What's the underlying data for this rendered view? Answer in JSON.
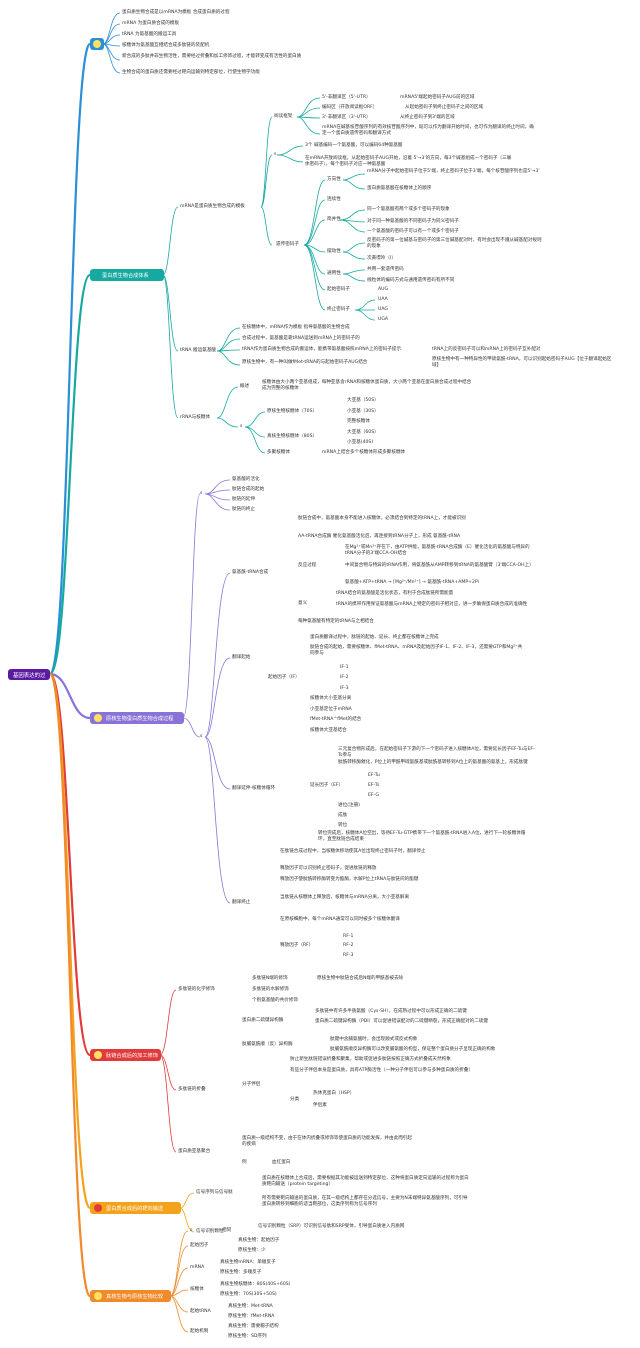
{
  "root": {
    "label": "基因表达的过程"
  },
  "colors": {
    "blue": "#2a8fd6",
    "teal": "#16a9a0",
    "purple": "#8a73d6",
    "red": "#e03a3a",
    "orange": "#f3a31b",
    "deeporange": "#f08a2a",
    "root": "#5a1aa1"
  },
  "branches": [
    {
      "label": "",
      "icon": "bulb-icon"
    },
    {
      "label": "蛋白质生物合成体系",
      "icon": "bulb-icon"
    },
    {
      "label": "原核生物蛋白质生物合成过程",
      "icon": "bulb-icon"
    },
    {
      "label": "肽链合成后的加工修饰",
      "icon": "bulb-icon"
    },
    {
      "label": "蛋白质合成后的靶向输送",
      "icon": "star-icon"
    },
    {
      "label": "真核生物与原核生物比较",
      "icon": "star-icon"
    }
  ],
  "b1": [
    "蛋白质生物合成是以mRNA为模板 合成蛋白质的过程",
    "mRNA 为蛋白质合成的模板",
    "tRNA 为氨基酸的搬运工具",
    "核糖体为氨基酸互相结合成多肽链的装配机",
    "新合成的多肽并非生物活性，需要经过折叠和加工修饰过程，才能转变成有活性的蛋白质",
    "生物合成的蛋白质还需要经过靶向运输到特定部位，行使生物学功能"
  ],
  "b2": {
    "mrna": "mRNA是蛋白质生物合成的模板",
    "rf": "阅读框架",
    "utr5": "5'-非翻译区（5'-UTR）",
    "utr5d": "mRNA5'端起始密码子AUG前的区域",
    "orf": "编码区（开放阅读框ORF）",
    "orfd": "从起始密码子到终止密码子之间的区域",
    "utr3": "3'-非翻译区（3'-UTR）",
    "utr3d": "从终止密码子到3'端的区域",
    "rfd": "mRNA在碱基核苷酸序列的有效核苷酸序列中，既可以作为翻译开始时间，也可作为翻译的终止时间，确定一个蛋白质遗传密码和翻译方式",
    "cd": "遗传密码子",
    "cd1": "3个 碱基编码一个氨基酸，可以编码64种氨基酸",
    "cd2": "在mRNA开放阅读框，从起始密码子AUG开始，沿着 5'→3'的方向，每3个碱基组成一个密码子（三联体密码子），每个密码子对应一种氨基酸",
    "dir": "方向性",
    "dir1": "mRNA分子中起始密码子位于5'端，终止密码子位于3'端，每个核苷酸序列也是5'→3'",
    "dir2": "蛋白质氨基酸在核糖体上的顺序",
    "con": "连续性",
    "deg": "简并性",
    "deg1": "同一个氨基酸有两个或多个密码子的现象",
    "deg2": "对于同一种氨基酸的不同密码子为同义密码子",
    "deg3": "一个氨基酸的密码子可以有一个或多个密码子",
    "wob": "摆动性",
    "wob1": "反密码子的第一位碱基与密码子的第三位碱基配对时，有时会出现不遵从碱基配对规则的现象",
    "wob2": "次黄嘌呤（I）",
    "uni": "通用性",
    "uni1": "共用一套遗传密码",
    "uni2": "线粒体的编码方式与通用遗传密码有所不同",
    "start": "起始密码子",
    "startv": "AUG",
    "stop": "终止密码子",
    "stopv": [
      "UAA",
      "UAG",
      "UGA"
    ],
    "trna": "tRNA 搬运氨基酸",
    "t1": "在核糖体中，mRNA作为模板 指导氨基酸的生物合成",
    "t2": "合成过程中，氨基酸是靠tRNA运送到mRNA上的密码子的",
    "t3": "tRNA作为蛋白质生物合成的搬运体，能携带氨基酸按照mRNA上的密码子提示",
    "t4": "原核生物中，有一种叫做fMet-tRNA的与起始密码子AUG结合",
    "t4a": "tRNA上的反密码子可以和mRNA上的密码子互补配对",
    "t4b": "原核生物中有一种特异性的甲硫氨酰-tRNA，可以识别起始密码子AUG【位于翻译起始区域】",
    "rib": "rRNA与核糖体",
    "rib1": "概述",
    "rib1d": "核糖体由大小两个亚基组成，每种亚基含rRNA和核糖体蛋白质，大小两个亚基在蛋白质合成过程中结合成为完整的核糖体",
    "pro": "原核生物核糖体（70S）",
    "pro1": "大亚基（50S）",
    "pro2": "小亚基（30S）",
    "pro3": "完整核糖体",
    "euk": "真核生物核糖体（80S）",
    "euk1": "大亚基（60S）",
    "euk2": "小亚基(40S)",
    "poly": "多聚核糖体",
    "polyd": "mRNA上结合多个核糖体形成多聚核糖体"
  },
  "b3": {
    "steps": [
      "氨基酸的活化",
      "肽链合成的起始",
      "肽链的延伸",
      "肽链的终止"
    ],
    "act": "氨基酰-tRNA合成",
    "act1": "肽链合成中，氨基酸本身不能进入核糖体，必须结合到特定的tRNA上，才能被识别",
    "act2": "AA-tRNA合成酶 催化氨基酸活化后，再连接到tRNA分子上，形成 氨基酰-tRNA",
    "act3": "反应过程",
    "act3a": "在Mg²⁺或Mn²⁺存在下，由ATP供能，氨基酰-tRNA合成酶（E）催化活化的氨基酸与特异的tRNA分子的3'端CCA-OH结合",
    "act3b": "中间复合物与特异的tRNA作用，将氨基酰从AMP转移到tRNA的氨基酸臂（3'端CCA-OH上）",
    "act3c": "氨基酸+ATP+tRNA → [Mg²⁺/Mn²⁺] → 氨基酰-tRNA+AMP+2Pi",
    "act4": "意义",
    "act4a": "tRNA结合的氨基酸是活化状态，有利于合成肽链所需能量",
    "act4b": "tRNA的携带作用保证氨基酸与mRNA上特定的密码子相对应，进一步确保蛋白质合成的准确性",
    "act4c": "每种氨基酸有特定的tRNA与之相结合",
    "ini": "翻译起始",
    "ini1": "蛋白质翻译过程中，肽链的起始、延长、终止都在核糖体上完成",
    "ini2": "肽链合成的起始，需要核糖体、fMet-tRNA、mRNA及起始因子IF-1、IF-2、IF-3，还需要GTP和Mg²⁺共同参与",
    "if": "起始因子（IF）",
    "ifs": [
      "IF-1",
      "IF-2",
      "IF-3"
    ],
    "ini3": "核糖体大小亚基分离",
    "ini4": "小亚基定位于mRNA",
    "ini5": "fMet-tRNA^fMet的结合",
    "ini6": "核糖体大亚基结合",
    "elo": "翻译延伸-核糖体循环",
    "elo1": "三元复合物形成后，在起始密码子下游的下一个密码子进入核糖体A位，需要延长因子EF-Tu与EF-Ts参与",
    "elo2": "肽酰转移酶催化，P位上的甲酰甲硫氨酰基或肽酰基转移到A位上的氨基酸的氨基上，形成肽键",
    "ef": "延长因子（EF）",
    "efs": [
      "EF-Tu",
      "EF-Ts",
      "EF-G"
    ],
    "elo3": [
      "进位(注册)",
      "成肽",
      "转位"
    ],
    "elo4": "转位完成后，核糖体A位空出，等待EF-Tu-GTP携带下一个氨基酰-tRNA进入A位，进行下一轮核糖体循环，直至肽链合成结束",
    "ter": "翻译终止",
    "ter1": "在肽链合成过程中，当核糖体移动使其A位出现终止密码子时，翻译停止",
    "ter2": "释放因子可以识别终止密码子，促进肽链的释放",
    "ter3": "释放因子使肽酰转移酶转变为酯酶，水解P位上tRNA与肽链间的酯键",
    "ter4": "当肽链从核糖体上释放后，核糖体与mRNA分离，大小亚基解离",
    "ter5": "在原核细胞中，每个mRNA通常可以同时被多个核糖体翻译",
    "rf": "释放因子（RF）",
    "rfs": [
      "RF-1",
      "RF-2",
      "RF-3"
    ]
  },
  "b4": {
    "pri": "多肽链的化学修饰",
    "pri1": "多肽链N端的修饰",
    "pri1d": "原核生物中肽链合成后N端的甲酰基被去除",
    "pri2": "多肽链的水解修饰",
    "pri3": "个别氨基酸的共价修饰",
    "fold": "多肽链的折叠",
    "s1": "蛋白质二硫键异构酶",
    "s1a": "多肽链中有许多半胱氨酸（Cys-SH），在成熟过程中可以形成正确的二硫键",
    "s1b": "蛋白质二硫键异构酶（PDI）可以促进错误配对的二硫键断裂，形成正确配对的二硫键",
    "s2": "肽脯氨酰顺（反）异构酶",
    "s2a": "肽键中含脯氨酸时，会出现顺式或反式构象",
    "s2b": "肽脯氨酰顺反异构酶可以改变脯氨酸的构型，保证整个蛋白质分子呈现正确的构象",
    "chap": "分子伴侣",
    "chap1": "防止新生肽链错误折叠和聚集，帮助或促进多肽链按照正确方式折叠成天然构象",
    "chap2": "有些分子伴侣本身是蛋白质，具有ATP酶活性（一种分子伴侣可以参与多种蛋白质的折叠）",
    "chap3": "分类",
    "chap3a": "热休克蛋白（HSP）",
    "chap3b": "伴侣素",
    "sub": "蛋白质亚基聚合",
    "sub1": "蛋白质一级结构不变，由于在体内折叠或修饰等使蛋白质的功能发挥，并由此而引起的疾病",
    "sub2": "例",
    "sub2a": "血红蛋白"
  },
  "b5": {
    "sig": "信号序列与信号肽",
    "sig1": "蛋白质在核糖体上合成后，需要根据其功能被运送到特定部位，这种将蛋白质定向运输的过程称为蛋白质靶向输送（protein targeting）",
    "sig2": "所有需要靶向输送的蛋白质，在其一级结构上都存在分选信号，主要为N末端特异氨基酸序列，可引导蛋白质转移到细胞的适当靶部位，这类序列称为信号序列",
    "srp": "信号识别颗粒",
    "srp1": "信号识别颗粒（SRP）可识别信号肽和SRP受体，引导蛋白质进入内质网"
  },
  "b6": {
    "s": "s",
    "s1": "相同",
    "sf": "起始因子",
    "sf1": "真核生物：起始因子",
    "sf2": "原核生物：少",
    "m": "mRNA",
    "m1": "真核生物mRNA：单顺反子",
    "m2": "原核生物：多顺反子",
    "r": "核糖体",
    "r1": "真核生物核糖体：80S(40S+60S)",
    "r2": "原核生物：70S(30S+50S)",
    "i": "起始tRNA",
    "i1": "真核生物：Met-tRNA",
    "i2": "原核生物：fMet-tRNA",
    "e": "起始机制",
    "e1": "真核生物：需要帽子结构",
    "e2": "原核生物：SD序列"
  }
}
